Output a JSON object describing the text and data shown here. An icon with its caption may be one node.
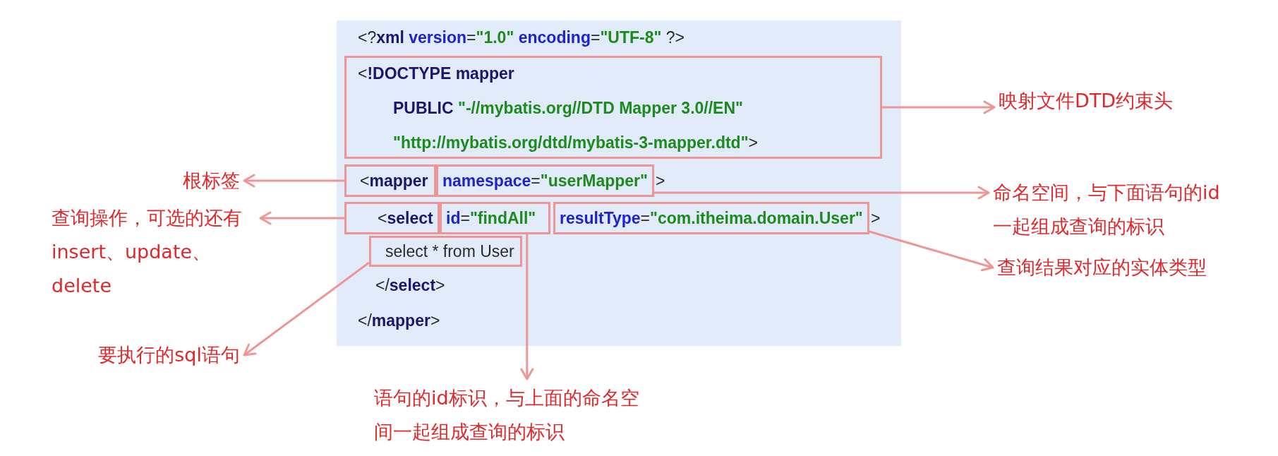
{
  "diagram": {
    "nodes": [
      {
        "text": [
          "<?xml version=\"1.0\" encoding=\"UTF-8\" ?>",
          ">",
          ">",
          "</select>",
          "</mapper>"
        ]
      },
      {
        "text": [
          "<!DOCTYPE mapper",
          "PUBLIC \"-//mybatis.org//DTD Mapper 3.0//EN\"",
          "\"http://mybatis.org/dtd/mybatis-3-mapper.dtd\">"
        ],
        "in": 0
      },
      {
        "text": [
          "<mapper"
        ],
        "in": 0
      },
      {
        "text": [
          "namespace=\"userMapper\""
        ],
        "in": 0
      },
      {
        "text": [
          "<select"
        ],
        "in": 0
      },
      {
        "text": [
          "id=\"findAll\""
        ],
        "in": 0
      },
      {
        "text": [
          "resultType=\"com.itheima.domain.User\""
        ],
        "in": 0
      },
      {
        "text": [
          "select * from User"
        ],
        "in": 0
      },
      {
        "text": [
          "映射文件DTD约束头"
        ]
      },
      {
        "text": [
          "根标签"
        ]
      },
      {
        "text": [
          "命名空间，与下面语句的id一起组成查询的标识"
        ]
      },
      {
        "text": [
          "查询操作，可选的还有insert、update、delete"
        ]
      },
      {
        "text": [
          "查询结果对应的实体类型"
        ]
      },
      {
        "text": [
          "要执行的sql语句"
        ]
      },
      {
        "text": [
          "语句的id标识，与上面的命名空间一起组成查询的标识"
        ]
      }
    ],
    "edges": [
      {
        "from": 1,
        "to": 8,
        "arrow": "to"
      },
      {
        "from": 2,
        "to": 9,
        "arrow": "to"
      },
      {
        "from": 3,
        "to": 10,
        "arrow": "to"
      },
      {
        "from": 4,
        "to": 11,
        "arrow": "to"
      },
      {
        "from": 6,
        "to": 12,
        "arrow": "to"
      },
      {
        "from": 7,
        "to": 13,
        "arrow": "to"
      },
      {
        "from": 5,
        "to": 14,
        "arrow": "to"
      }
    ]
  }
}
